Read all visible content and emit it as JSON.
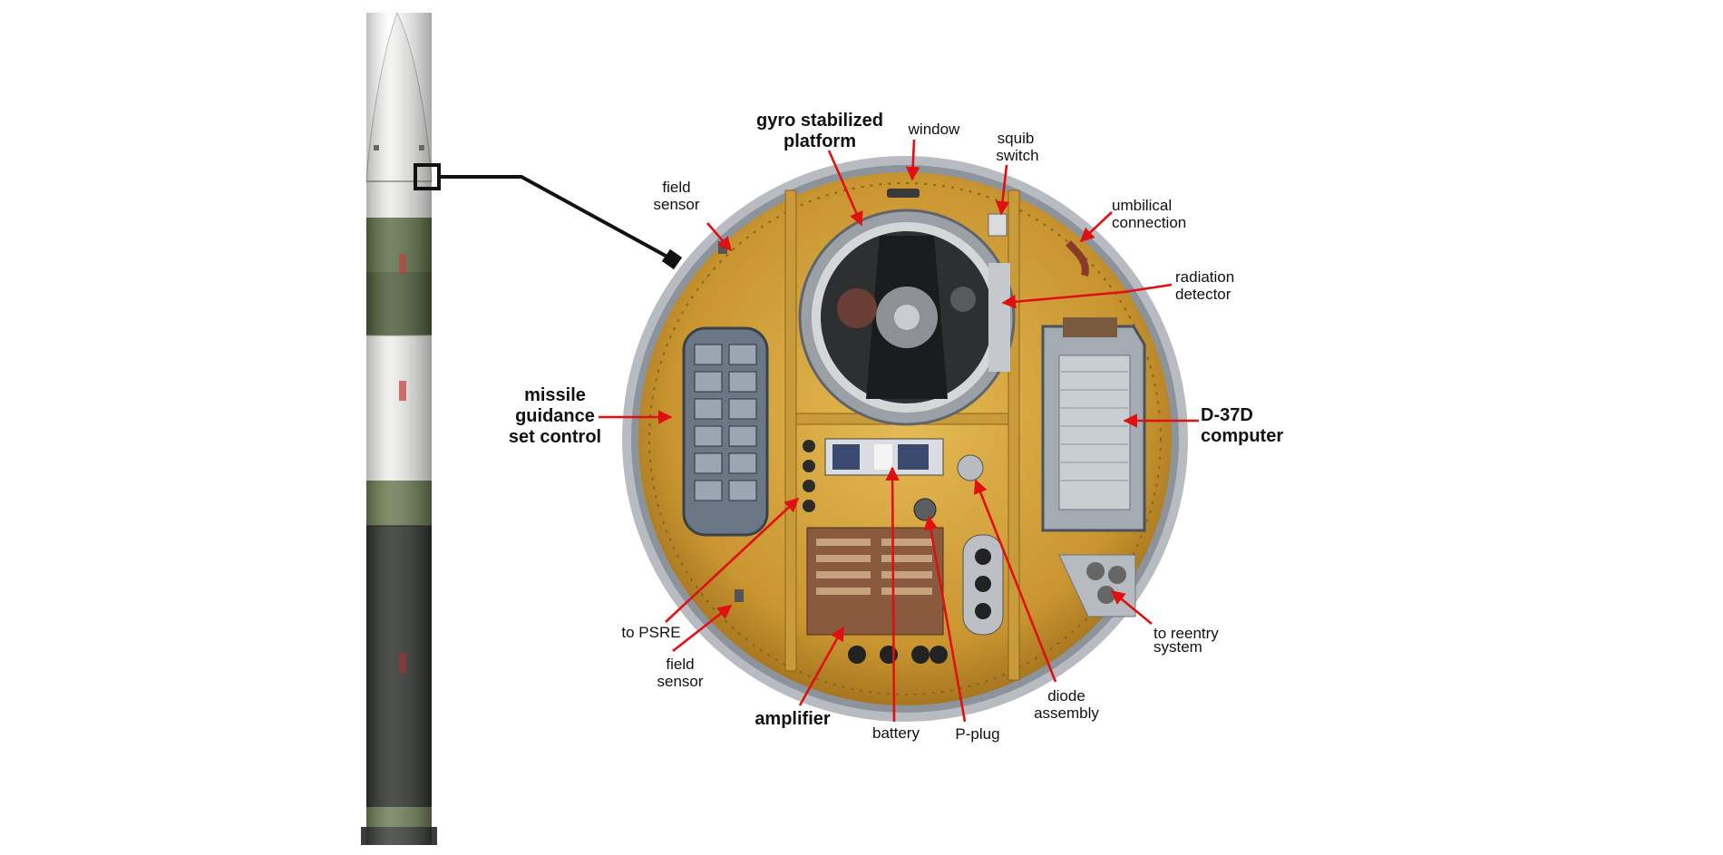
{
  "labels": {
    "gyro_stabilized_platform": [
      "gyro stabilized",
      "platform"
    ],
    "window": "window",
    "squib_switch": [
      "squib",
      "switch"
    ],
    "field_sensor_top": [
      "field",
      "sensor"
    ],
    "umbilical_connection": [
      "umbilical",
      "connection"
    ],
    "radiation_detector": [
      "radiation",
      "detector"
    ],
    "missile_guidance_set_control": [
      "missile",
      "guidance",
      "set control"
    ],
    "d37d_computer": [
      "D-37D",
      "computer"
    ],
    "to_psre": "to PSRE",
    "field_sensor_bottom": [
      "field",
      "sensor"
    ],
    "to_reentry_system": [
      "to reentry",
      "system"
    ],
    "diode_assembly": [
      "diode",
      "assembly"
    ],
    "amplifier": "amplifier",
    "battery": "battery",
    "p_plug": "P-plug"
  },
  "colors": {
    "arrow": "#e01010",
    "housing": "#d9a83a",
    "rim": "#9aa0a8",
    "missile_white": "#eeeeea",
    "missile_green": "#5d6e47",
    "missile_dark": "#2c2f2a"
  }
}
